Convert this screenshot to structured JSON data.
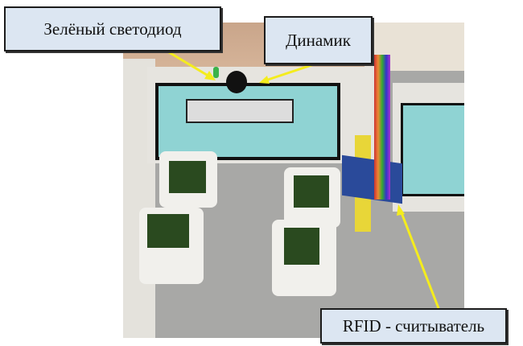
{
  "labels": {
    "green_led": "Зелёный светодиод",
    "speaker": "Динамик",
    "rfid": "RFID - считыватель"
  },
  "colors": {
    "label_bg": "#dce6f2",
    "arrow": "#f4ec1e",
    "screen": "#8fd3d3"
  }
}
